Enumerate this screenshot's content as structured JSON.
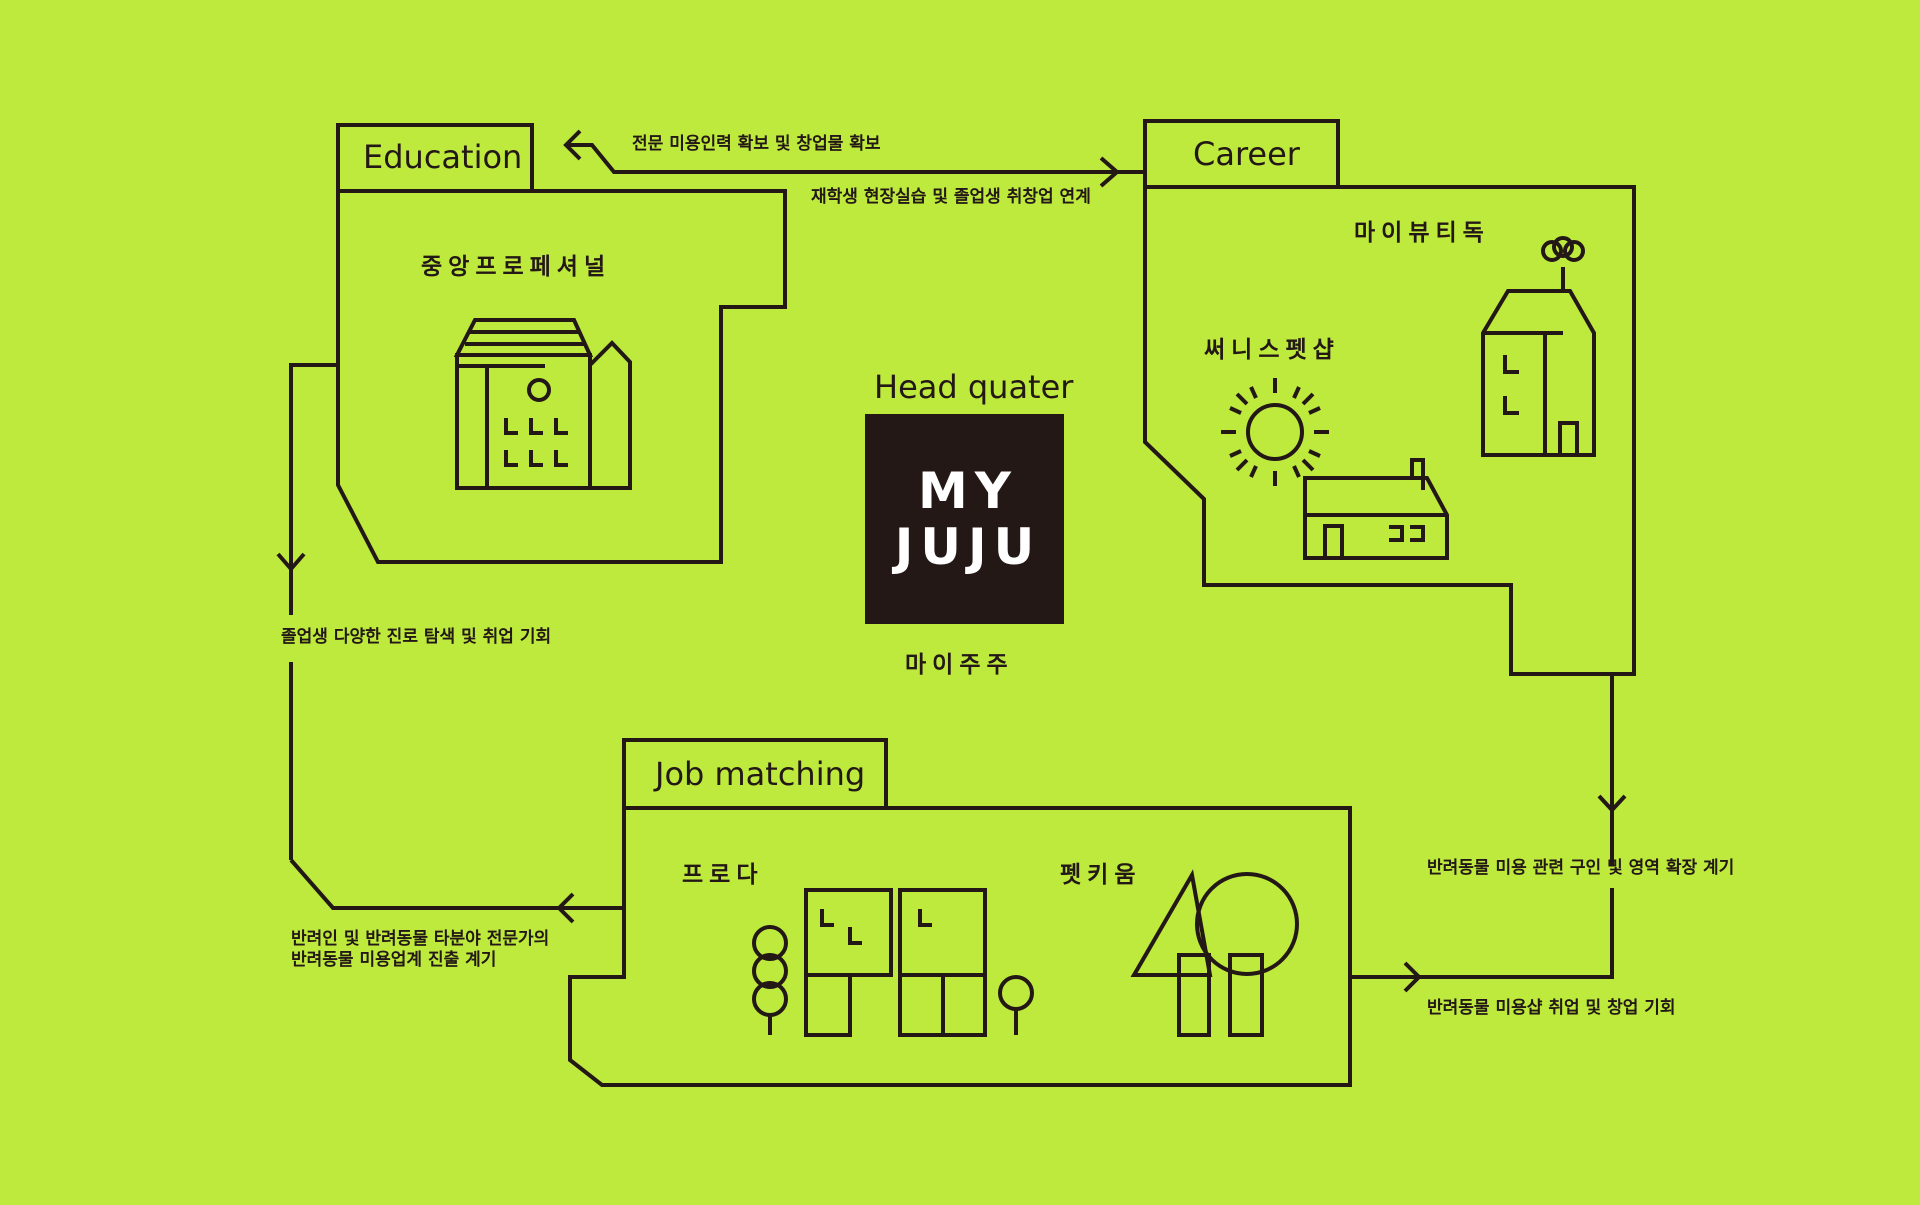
{
  "sections": {
    "education": {
      "title": "Education",
      "places": [
        "중앙프로페셔널"
      ]
    },
    "career": {
      "title": "Career",
      "places": [
        "마이뷰티독",
        "써니스펫샵"
      ]
    },
    "job_matching": {
      "title": "Job matching",
      "places": [
        "프로다",
        "펫키움"
      ]
    }
  },
  "headquarter": {
    "title": "Head quater",
    "logo_line1": "MY",
    "logo_line2": "JUJU",
    "name_ko": "마이주주"
  },
  "flows": {
    "career_to_education": "전문 미용인력 확보 및 창업물 확보",
    "education_to_career": "재학생 현장실습 및 졸업생 취창업 연계",
    "education_to_job_matching": "졸업생 다양한 진로 탐색 및 취업 기회",
    "career_to_job_matching": "반려동물 미용 관련 구인 및 영역 확장 계기",
    "job_matching_to_education": [
      "반려인 및 반려동물 타분야 전문가의",
      "반려동물 미용업계 진출 계기"
    ],
    "job_matching_to_career": "반려동물 미용샵 취업 및 창업 기회"
  },
  "colors": {
    "background": "#BDEA3D",
    "line": "#231815",
    "logo_box": "#231815",
    "logo_text": "#FFFFFF"
  }
}
